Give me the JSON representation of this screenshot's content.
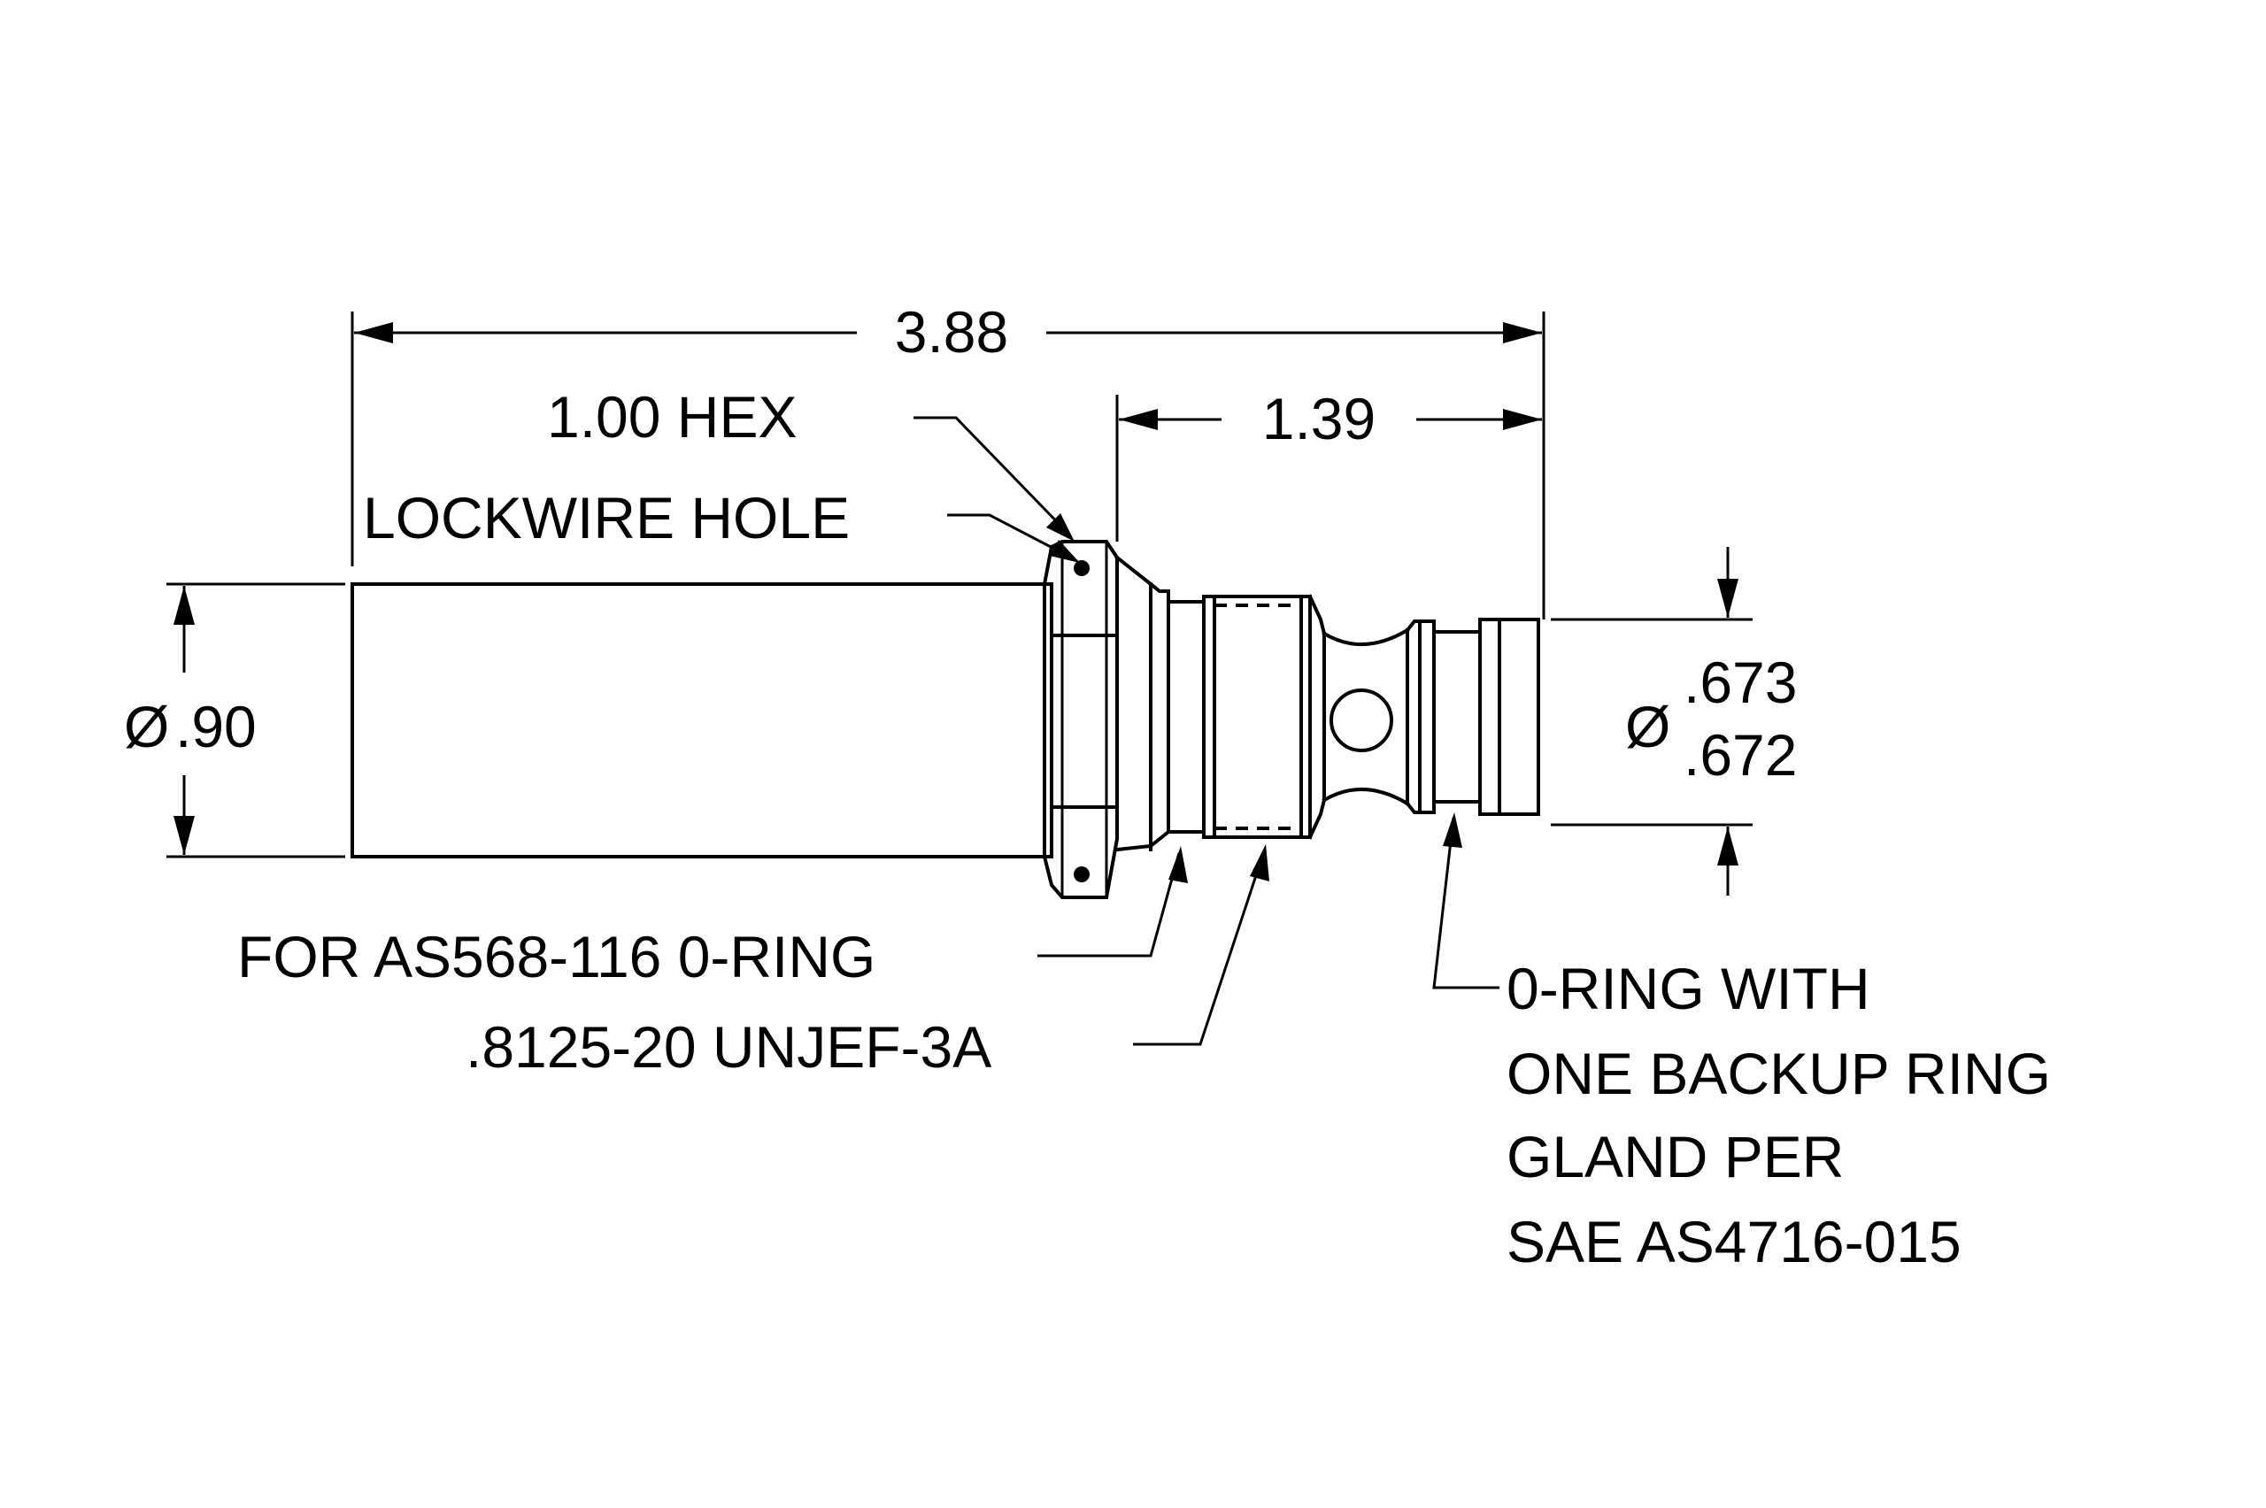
{
  "dimensions": {
    "overall_length": "3.88",
    "spigot_length": "1.39",
    "body_diameter_symbol": "Ø",
    "body_diameter": ".90",
    "tip_diameter_symbol": "Ø",
    "tip_diameter_max": ".673",
    "tip_diameter_min": ".672"
  },
  "callouts": {
    "hex": "1.00  HEX",
    "lockwire": "LOCKWIRE HOLE",
    "oring_port": "FOR AS568-116 0-RING",
    "thread": ".8125-20 UNJEF-3A",
    "gland_lines": [
      "0-RING WITH",
      "ONE BACKUP RING",
      "GLAND PER",
      "SAE AS4716-015"
    ]
  }
}
